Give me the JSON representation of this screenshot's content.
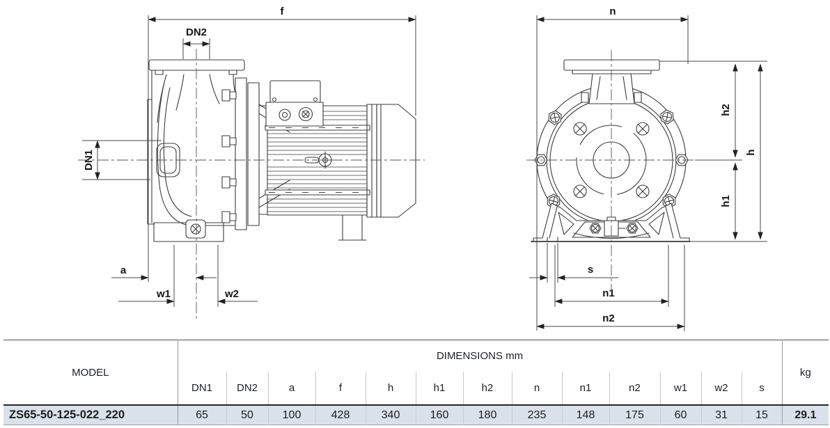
{
  "drawing": {
    "labels": {
      "f": "f",
      "dn2": "DN2",
      "dn1": "DN1",
      "a": "a",
      "w1": "w1",
      "w2": "w2",
      "n": "n",
      "h2": "h2",
      "h": "h",
      "h1": "h1",
      "s": "s",
      "n1": "n1",
      "n2": "n2"
    }
  },
  "table": {
    "model_header": "MODEL",
    "dimensions_header": "DIMENSIONS mm",
    "kg_header": "kg",
    "columns": [
      "DN1",
      "DN2",
      "a",
      "f",
      "h",
      "h1",
      "h2",
      "n",
      "n1",
      "n2",
      "w1",
      "w2",
      "s"
    ],
    "row": {
      "model": "ZS65-50-125-022_220",
      "values": [
        "65",
        "50",
        "100",
        "428",
        "340",
        "160",
        "180",
        "235",
        "148",
        "175",
        "60",
        "31",
        "15"
      ],
      "kg": "29.1"
    }
  },
  "colors": {
    "row_bg": "#dbe1ea",
    "line": "#3b3b3b",
    "separator": "#23262b"
  }
}
